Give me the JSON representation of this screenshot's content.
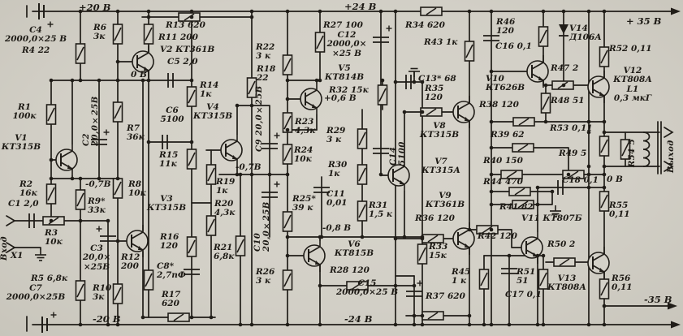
{
  "diagram": {
    "kind": "scanned analog power-amplifier schematic",
    "colors": {
      "paper": "#d4d1c8",
      "ink": "#201d18"
    }
  },
  "labels": {
    "p20": "+20 В",
    "p24": "+24 В",
    "p35": "+ 35 В",
    "m20": "-20 В",
    "m24": "-24 В",
    "m35": "-35 В",
    "zeroL": "0 В",
    "zeroR": "0 В",
    "v07L": "-0,7В",
    "v07M": "-0,7В",
    "v06": "+0,6 В",
    "v08": "-0,8 В",
    "input": "Вход",
    "x1": "X1",
    "output": "Выход",
    "C4": "С4\n2000,0×25 В",
    "R4": "R4 22",
    "R6": "R6\n3к",
    "R13": "R13 620",
    "R11": "R11 200",
    "V2": "V2 КТ361В",
    "C5": "С5 2,0",
    "R14": "R14\n1к",
    "V4": "V4\nКТ315В",
    "C6": "С6\n5100",
    "R15": "R15\n11к",
    "R1": "R1\n100к",
    "V1": "V1\nКТ315В",
    "R7": "R7\n36к",
    "C2": "С2 20,0×25В",
    "R2": "R2\n16к",
    "C1": "С1 2,0",
    "R8": "R8\n10к",
    "R9": "R9*\n33к",
    "R3": "R3\n10к",
    "R5": "R5 6,8к",
    "C7": "С7\n2000,0×25В",
    "R10": "R10\n3к",
    "C3": "С3\n20,0×\n×25В",
    "R12": "R12\n200",
    "R16": "R16\n120",
    "C8": "С8*\n2,7пФ",
    "R17": "R17\n620",
    "V3": "V3\nКТ315В",
    "R19": "R19\n1к",
    "R20": "R20\n4,3к",
    "R21": "R21\n6,8к",
    "R26": "R26\n3 к",
    "C9": "С9 20,0×25В",
    "C10": "С10 20,0×25В",
    "R22": "R22\n3 к",
    "R18": "R18\n22",
    "R23": "R23\n4,3к",
    "R24": "R24\n10к",
    "R25": "R25*\n39 к",
    "R29": "R29\n3 к",
    "R30": "R30\n1к",
    "C11": "С11\n0,01",
    "R31": "R31\n1,5 к",
    "C14": "С14 5100",
    "R27": "R27 100",
    "C12": "С12\n2000,0×\n×25 В",
    "V5": "V5\nКТ814В",
    "R32": "R32 15к",
    "R34": "R34 620",
    "R43": "R43 1к",
    "C13": "С13* 68",
    "R35": "R35\n120",
    "V8": "V8\nКТ315В",
    "V7": "V7\nКТ315А",
    "V9": "V9\nКТ361В",
    "R36": "R36 120",
    "R38": "R38 120",
    "R39": "R39 62",
    "R53": "R53 0,11",
    "R40": "R40 150",
    "R49": "R49 5",
    "R44": "R44 470",
    "R41": "R41 82",
    "V11": "V11 КТ807Б",
    "R42": "R42 120",
    "C18": "С18 0,1",
    "R45": "R45\n1 к",
    "R51": "R51\n51",
    "C17": "С17 0,1",
    "R33": "R33\n15к",
    "R37": "R37 620",
    "V6": "V6\nКТ815В",
    "R28": "R28 120",
    "C15": "С15\n2000,0×25 В",
    "R46": "R46\n120",
    "C16": "С16 0,1",
    "V14": "V14\nД106А",
    "V10": "V10\nКТ626В",
    "R47": "R47 2",
    "R48": "R48 51",
    "R52": "R52 0,11",
    "V12": "V12\nКТ808А\nL1\n0,3 мкГ",
    "R54": "R54 5",
    "R55": "R55\n0,11",
    "R50": "R50 2",
    "V13": "V13\nКТ808А",
    "R56": "R56\n0,11"
  }
}
